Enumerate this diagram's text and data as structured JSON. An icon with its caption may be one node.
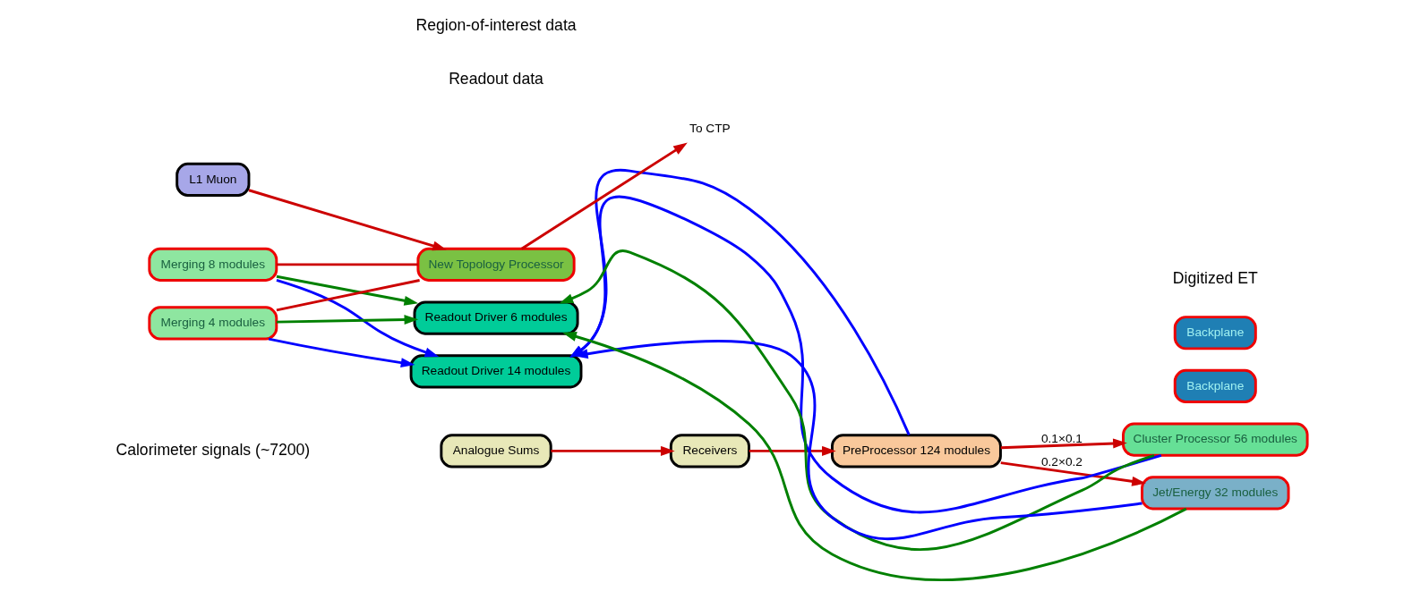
{
  "diagram": {
    "nodes": [
      {
        "text": [
          "Analogue Sums"
        ]
      },
      {
        "text": [
          "Receivers"
        ]
      },
      {
        "text": [
          "PreProcessor 124 modules"
        ]
      },
      {
        "text": [
          "Backplane"
        ]
      },
      {
        "text": [
          "Cluster Processor 56 modules"
        ]
      },
      {
        "text": [
          "Merging 8 modules"
        ]
      },
      {
        "text": [
          "Backplane"
        ]
      },
      {
        "text": [
          "Jet/Energy 32 modules"
        ]
      },
      {
        "text": [
          "Merging 4 modules"
        ]
      },
      {
        "text": [
          "New Topology Processor"
        ]
      },
      {
        "text": [
          "L1 Muon"
        ]
      },
      {
        "text": [
          "Readout Driver 14 modules"
        ]
      },
      {
        "text": [
          "Readout Driver 6 modules"
        ]
      },
      {
        "text": [
          "To CTP"
        ]
      }
    ],
    "edges": [
      {
        "from": 0,
        "to": 1,
        "arrow": "to"
      },
      {
        "from": 1,
        "to": 2,
        "arrow": "to"
      },
      {
        "from": 2,
        "to": 4,
        "arrow": "to",
        "label": "0.1×0.1"
      },
      {
        "from": 2,
        "to": 7,
        "arrow": "to",
        "label": "0.2×0.2"
      },
      {
        "from": 5,
        "to": 9,
        "arrow": "none"
      },
      {
        "from": 8,
        "to": 9,
        "arrow": "none"
      },
      {
        "from": 9,
        "to": 13,
        "arrow": "to"
      },
      {
        "from": 10,
        "to": 9,
        "arrow": "to"
      },
      {
        "from": 2,
        "to": 11,
        "arrow": "to",
        "color": "#0000ff"
      },
      {
        "from": 4,
        "to": 11,
        "arrow": "to",
        "color": "#0000ff"
      },
      {
        "from": 5,
        "to": 11,
        "arrow": "to",
        "color": "#0000ff"
      },
      {
        "from": 7,
        "to": 11,
        "arrow": "to",
        "color": "#0000ff"
      },
      {
        "from": 8,
        "to": 11,
        "arrow": "to",
        "color": "#0000ff"
      },
      {
        "from": 4,
        "to": 12,
        "arrow": "to",
        "color": "#008000"
      },
      {
        "from": 5,
        "to": 12,
        "arrow": "to",
        "color": "#008000"
      },
      {
        "from": 7,
        "to": 12,
        "arrow": "to",
        "color": "#008000"
      },
      {
        "from": 8,
        "to": 12,
        "arrow": "to",
        "color": "#008000"
      }
    ],
    "labels": [
      "Calorimeter signals (~7200)",
      "Digitized ET",
      "Readout data",
      "Region-of-interest data"
    ]
  }
}
